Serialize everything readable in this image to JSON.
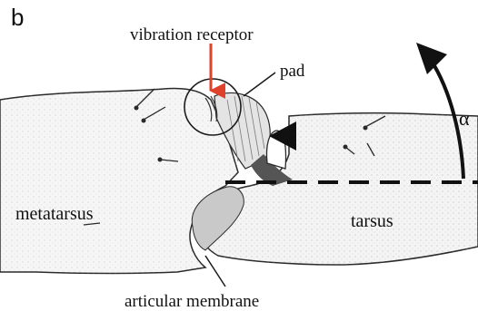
{
  "figure": {
    "panel_letter": "b",
    "labels": {
      "vibration_receptor": "vibration receptor",
      "pad": "pad",
      "alpha": "α",
      "metatarsus": "metatarsus",
      "tarsus": "tarsus",
      "articular_membrane": "articular membrane"
    },
    "colors": {
      "receptor_arrow": "#e0412b",
      "outline": "#2a2a2a",
      "shading": "#6e6e6e"
    }
  }
}
